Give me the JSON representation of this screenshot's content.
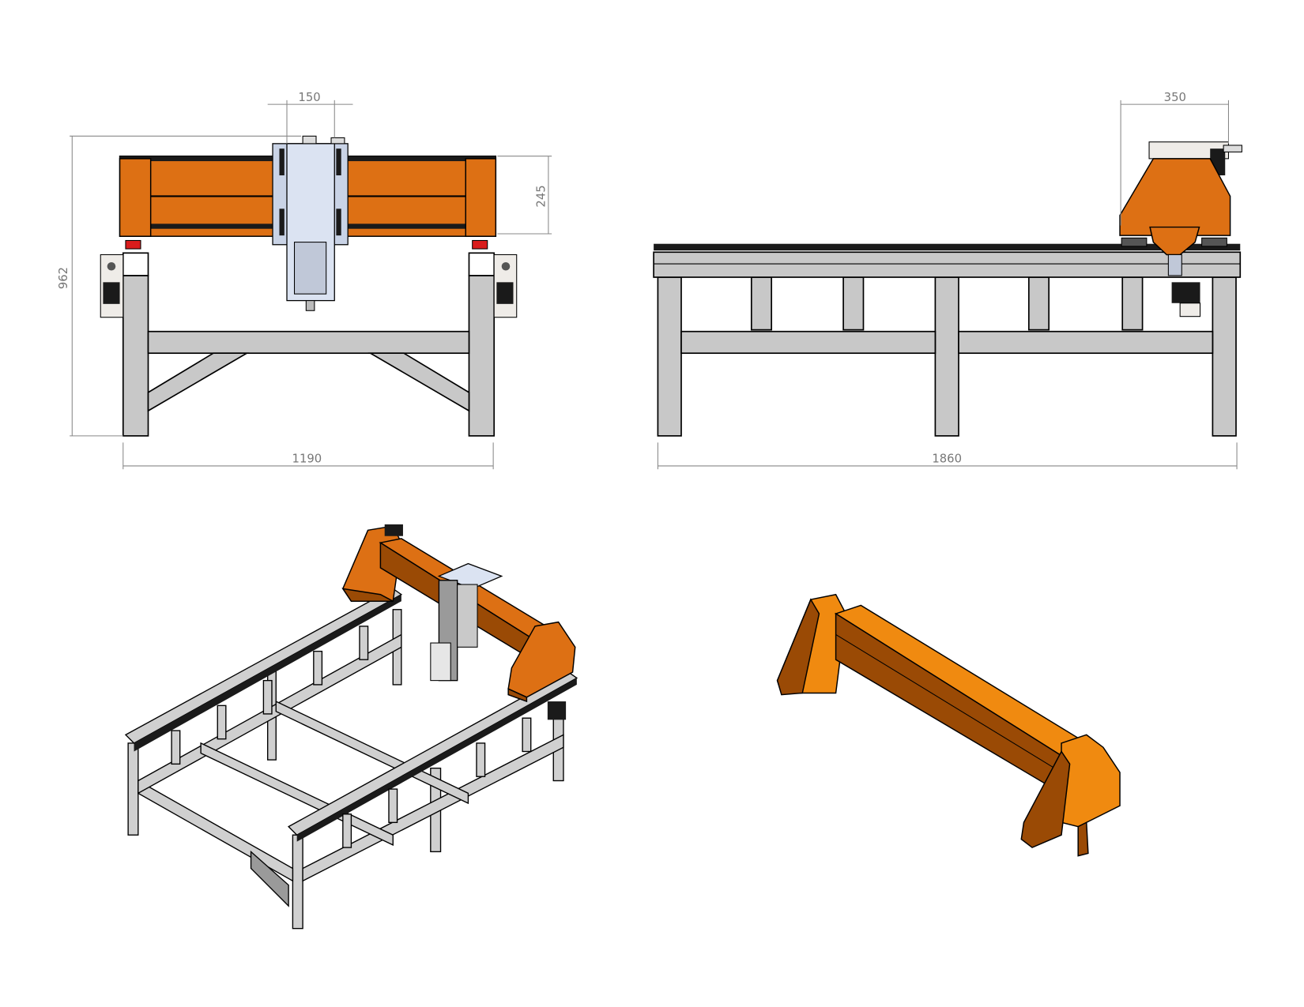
{
  "drawing": {
    "front_view": {
      "dimensions": {
        "spindle_plate_width": "150",
        "gantry_height": "245",
        "overall_height": "962",
        "overall_width": "1190"
      }
    },
    "side_view": {
      "dimensions": {
        "gantry_depth": "350",
        "overall_length": "1860"
      }
    }
  },
  "colors": {
    "gantry": "#dd7014",
    "frame": "#c8c8c8",
    "carriage": "#c9d3e6"
  }
}
